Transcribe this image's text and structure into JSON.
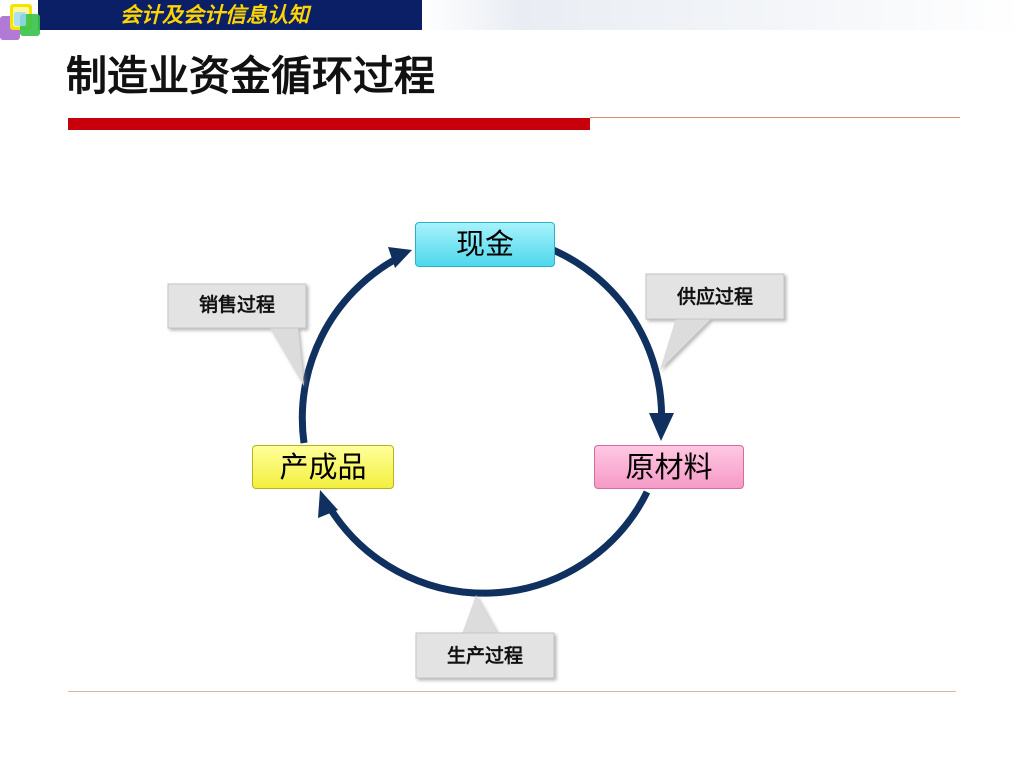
{
  "header": {
    "band_title": "会计及会计信息认知"
  },
  "slide": {
    "title": "制造业资金循环过程"
  },
  "diagram": {
    "nodes": {
      "cash": "现金",
      "raw_materials": "原材料",
      "finished_goods": "产成品"
    },
    "processes": {
      "supply": "供应过程",
      "production": "生产过程",
      "sales": "销售过程"
    }
  },
  "colors": {
    "band": "#0a1f66",
    "band_text": "#ffd400",
    "rule": "#c7000b",
    "arrow": "#10305f",
    "cash_fill": "#4fd8ec",
    "raw_fill": "#f59ac6",
    "product_fill": "#f3ef3f",
    "callout_fill": "#dcdcdc"
  }
}
